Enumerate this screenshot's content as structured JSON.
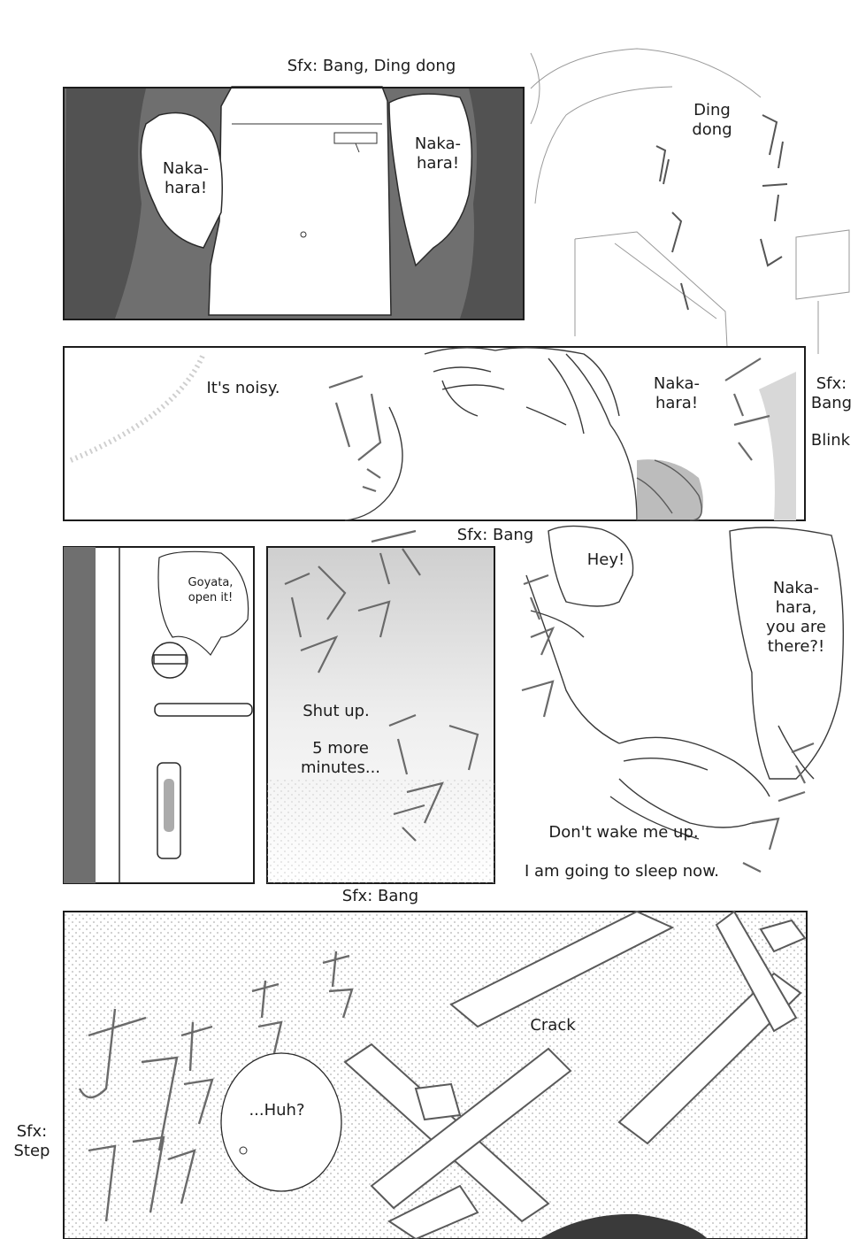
{
  "sfx_top": "Sfx: Bang, Ding dong",
  "panel1": {
    "left_bubble": [
      "Naka-",
      "hara!"
    ],
    "right_bubble": [
      "Naka-",
      "hara!"
    ],
    "ding_dong": [
      "Ding",
      "dong"
    ]
  },
  "panel2": {
    "its_noisy": "It's noisy.",
    "nakahara": [
      "Naka-",
      "hara!"
    ],
    "sfx_bang": [
      "Sfx:",
      "Bang"
    ],
    "blink": "Blink"
  },
  "sfx_bang_mid": "Sfx: Bang",
  "panel3": {
    "goyata": [
      "Goyata,",
      "open it!"
    ],
    "shut_up": "Shut up.",
    "five_more": [
      "5 more",
      "minutes..."
    ]
  },
  "panel4": {
    "hey": "Hey!",
    "nakahara_there": [
      "Naka-",
      "hara,",
      "you are",
      "there?!"
    ],
    "dont_wake": "Don't wake me up.",
    "going_sleep": "I am going to sleep now."
  },
  "sfx_bang_bottom": "Sfx: Bang",
  "panel5": {
    "crack": "Crack",
    "huh": "...Huh?",
    "sfx_step": [
      "Sfx:",
      "Step"
    ]
  },
  "colors": {
    "ink": "#1c1c1c",
    "screentone": "#6f6f6f",
    "dots": "#c9c9c9",
    "sfx_outline": "#6a6a6a"
  }
}
